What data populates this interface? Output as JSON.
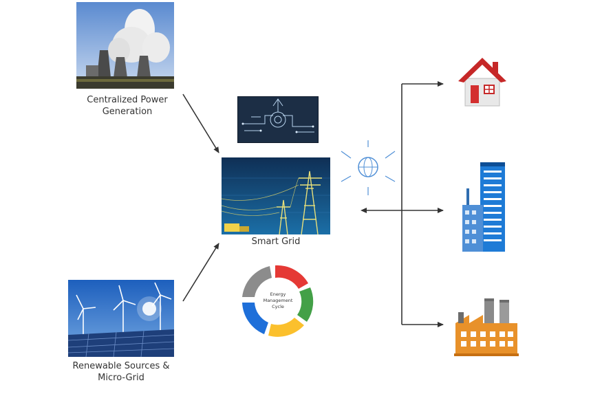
{
  "diagram": {
    "nodes": {
      "central": {
        "label_line1": "Centralized Power",
        "label_line2": "Generation"
      },
      "renewable": {
        "label_line1": "Renewable Sources &",
        "label_line2": "Micro-Grid"
      },
      "smart_grid": {
        "label": "Smart Grid"
      },
      "cycle": {
        "label_line1": "Energy",
        "label_line2": "Management",
        "label_line3": "Cycle"
      },
      "consumers": [
        "house-icon",
        "office-building-icon",
        "factory-icon"
      ]
    },
    "colors": {
      "arrow": "#333333",
      "cycle_segments": [
        "#e53935",
        "#43a047",
        "#fbc02d",
        "#1e6fd9",
        "#8c8c8c"
      ],
      "house_roof": "#c62828",
      "building": "#1e7bd6",
      "factory": "#e8912a"
    }
  }
}
